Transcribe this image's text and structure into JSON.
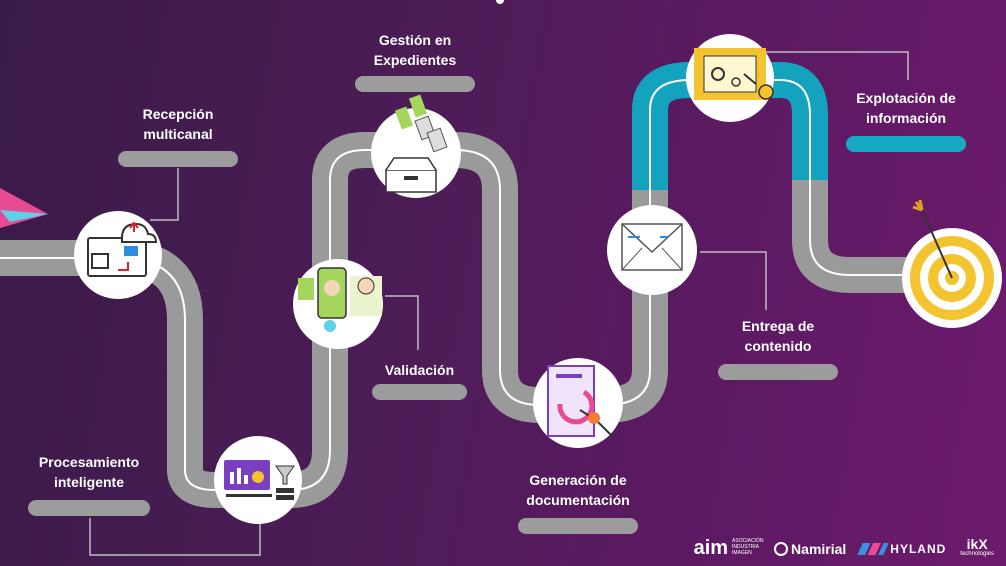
{
  "steps": {
    "recepcion": {
      "label_line1": "Recepción",
      "label_line2": "multicanal"
    },
    "procesamiento": {
      "label_line1": "Procesamiento",
      "label_line2": "inteligente"
    },
    "validacion": {
      "label": "Validación"
    },
    "gestion": {
      "label_line1": "Gestión en",
      "label_line2": "Expedientes"
    },
    "generacion": {
      "label_line1": "Generación de",
      "label_line2": "documentación"
    },
    "entrega": {
      "label_line1": "Entrega de",
      "label_line2": "contenido"
    },
    "explotacion": {
      "label_line1": "Explotación de",
      "label_line2": "información"
    }
  },
  "logos": {
    "aim": "aim",
    "aim_sub": "ASOCIACIÓN INDUSTRIA IMAGEN",
    "namirial": "Namirial",
    "hyland": "HYLAND",
    "ikx": "ikX",
    "ikx_sub": "technologies"
  },
  "colors": {
    "road": "#9a9a9a",
    "road_teal": "#14a3be",
    "accent_yellow": "#f4c430",
    "accent_green": "#a4d65e",
    "accent_purple": "#7a3fc0"
  }
}
